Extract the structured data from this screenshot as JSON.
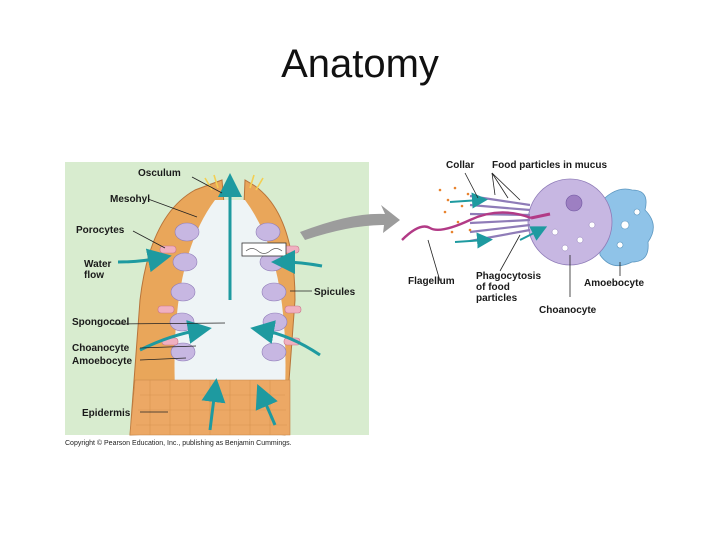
{
  "slide": {
    "title": "Anatomy"
  },
  "sponge_labels": {
    "osculum": "Osculum",
    "mesohyl": "Mesohyl",
    "porocytes": "Porocytes",
    "water_flow": "Water\nflow",
    "spicules": "Spicules",
    "spongocoel": "Spongocoel",
    "choanocyte": "Choanocyte",
    "amoebocyte": "Amoebocyte",
    "epidermis": "Epidermis"
  },
  "cell_labels": {
    "collar": "Collar",
    "food_particles": "Food particles in mucus",
    "flagellum": "Flagellum",
    "phagocytosis": "Phagocytosis\nof food\nparticles",
    "amoebocyte": "Amoebocyte",
    "choanocyte": "Choanocyte"
  },
  "credit": {
    "copyright": "Copyright © Pearson Education, Inc., publishing as Benjamin Cummings."
  },
  "colors": {
    "panel_background": "#d8eccf",
    "body_wall": "#e9a65a",
    "arrow_teal": "#1e9aa0",
    "choanocyte_purple": "#b7a7d6",
    "amoebocyte_blue": "#8fc3e8",
    "flagellum_magenta": "#b23a86"
  }
}
